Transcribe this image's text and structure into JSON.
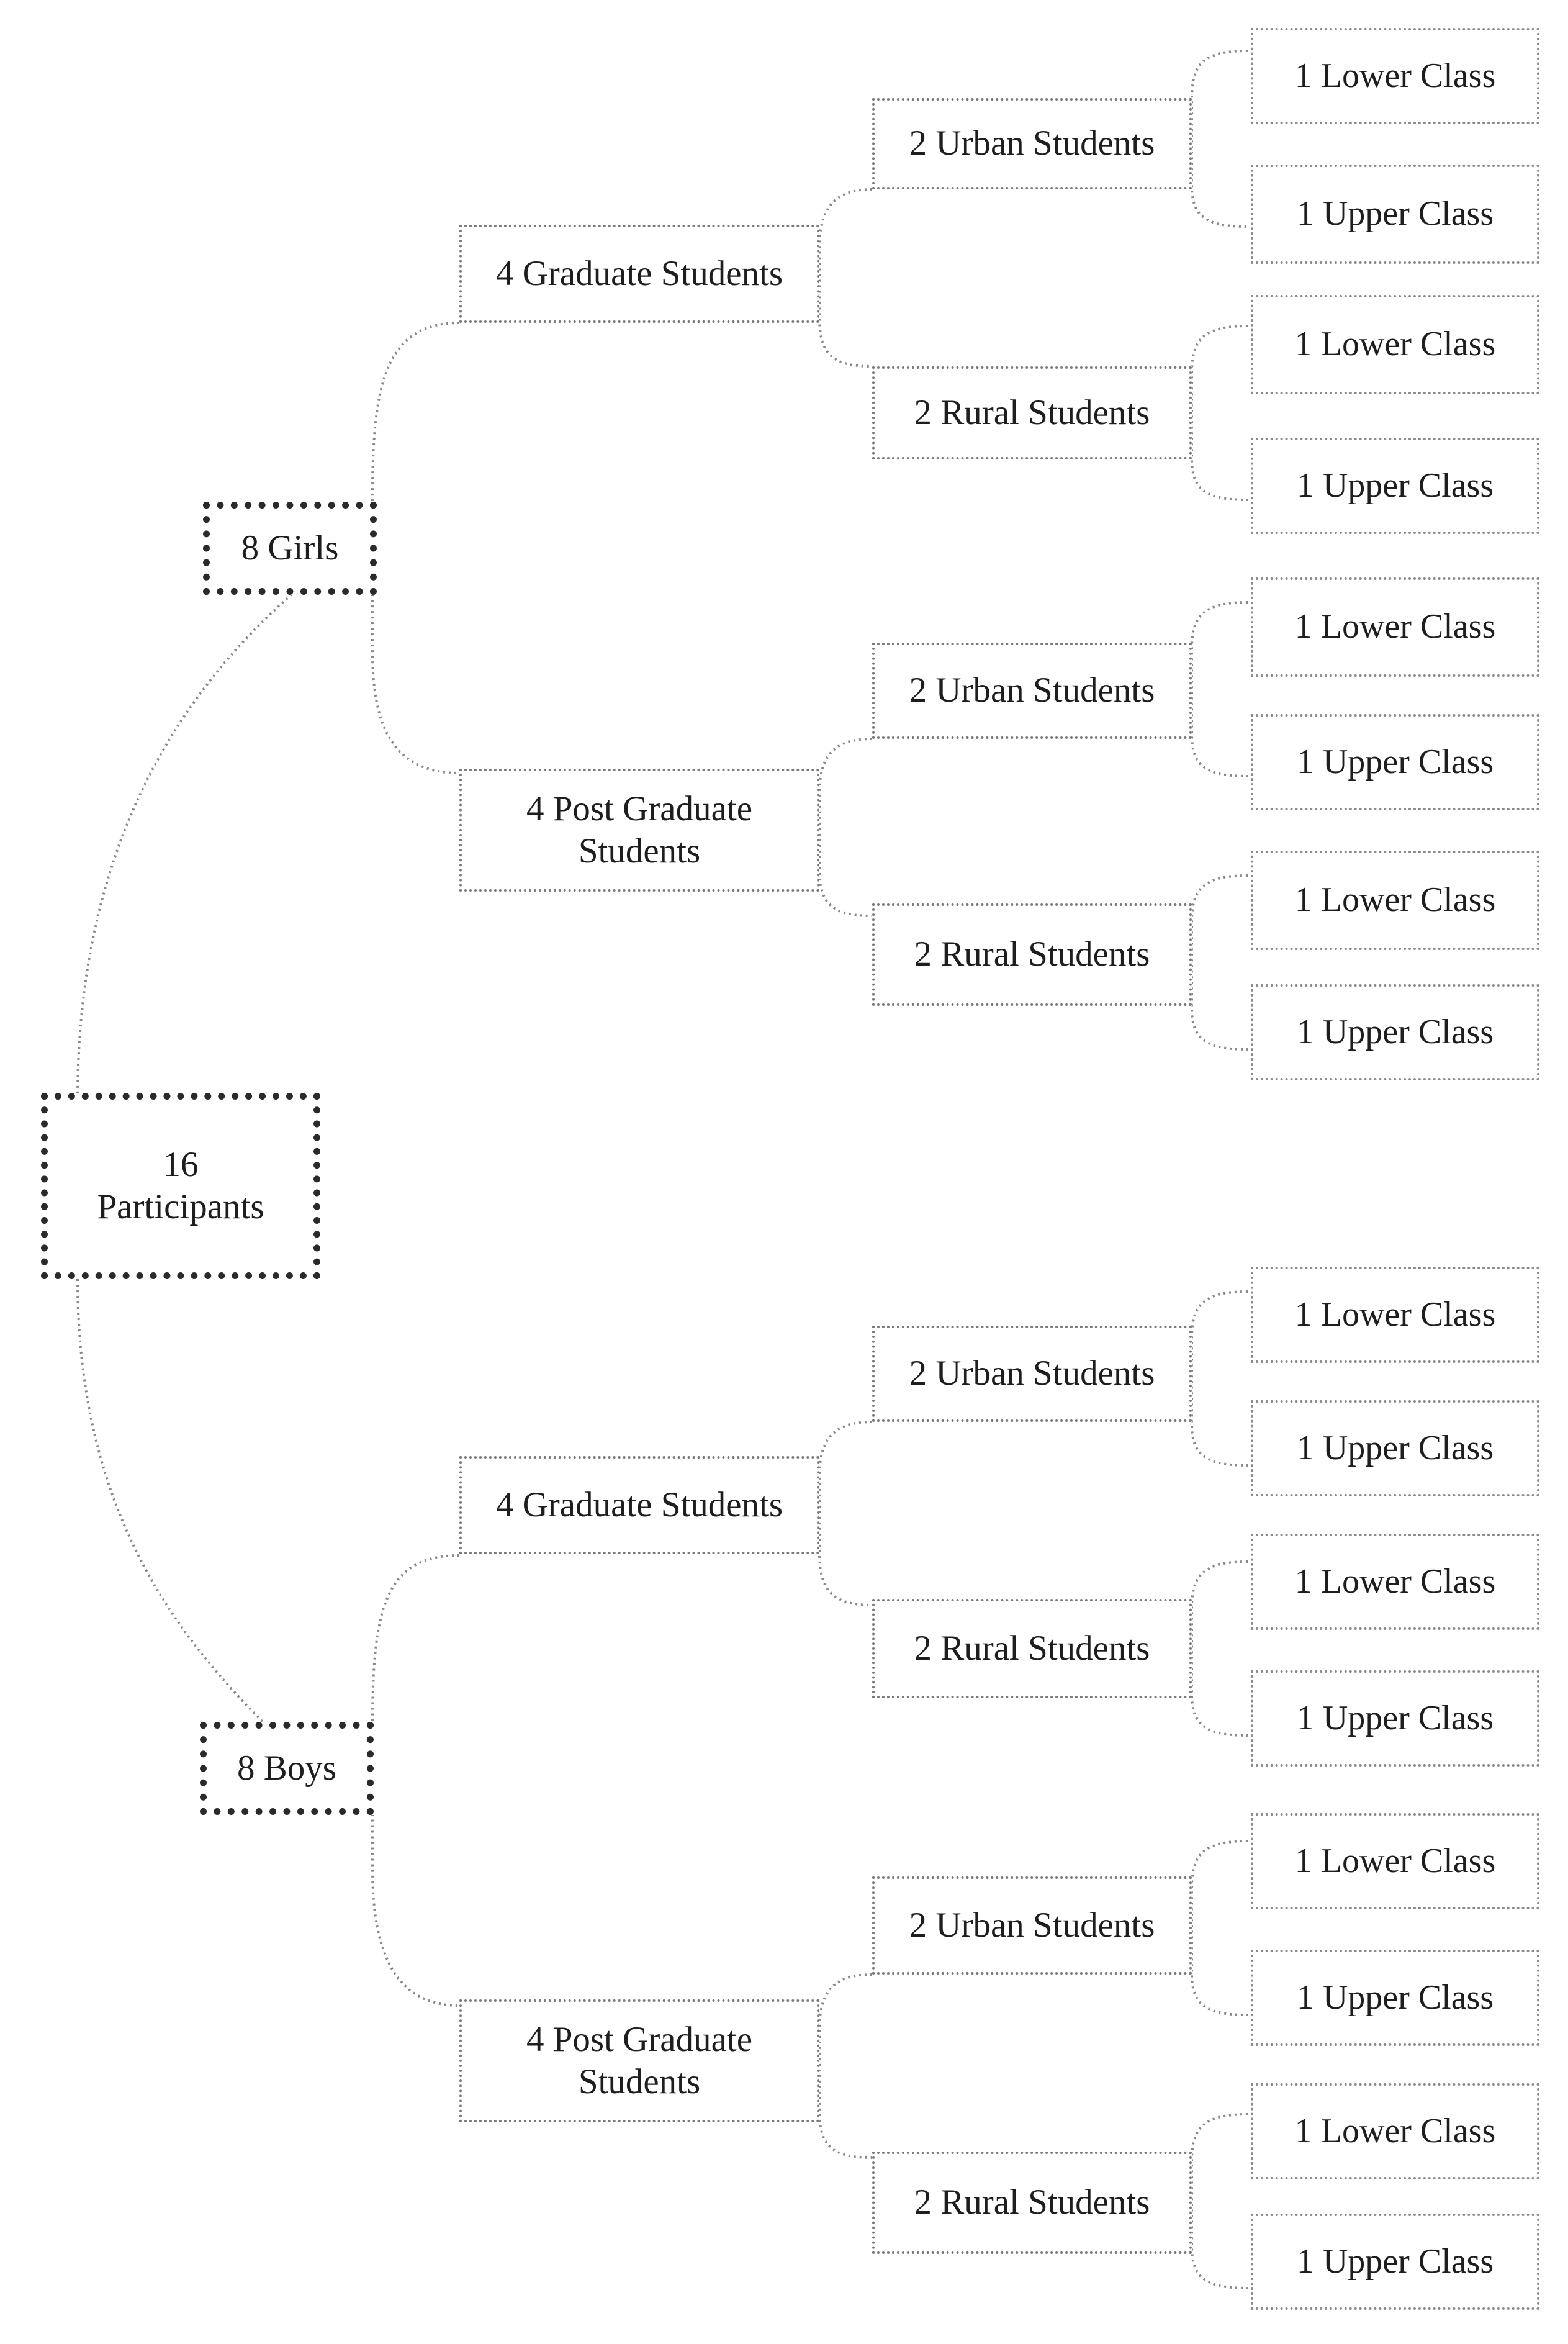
{
  "root": {
    "label_line1": "16",
    "label_line2": "Participants"
  },
  "groups": [
    {
      "label": "8 Girls",
      "levels": [
        {
          "label_line1": "4 Graduate Students",
          "label_line2": "",
          "areas": [
            {
              "label": "2 Urban Students",
              "classes": [
                "1 Lower Class",
                "1 Upper Class"
              ]
            },
            {
              "label": "2 Rural Students",
              "classes": [
                "1 Lower Class",
                "1 Upper Class"
              ]
            }
          ]
        },
        {
          "label_line1": "4 Post Graduate",
          "label_line2": "Students",
          "areas": [
            {
              "label": "2 Urban Students",
              "classes": [
                "1 Lower Class",
                "1 Upper Class"
              ]
            },
            {
              "label": "2 Rural Students",
              "classes": [
                "1 Lower Class",
                "1 Upper Class"
              ]
            }
          ]
        }
      ]
    },
    {
      "label": "8 Boys",
      "levels": [
        {
          "label_line1": "4 Graduate Students",
          "label_line2": "",
          "areas": [
            {
              "label": "2 Urban Students",
              "classes": [
                "1 Lower Class",
                "1 Upper Class"
              ]
            },
            {
              "label": "2 Rural Students",
              "classes": [
                "1 Lower Class",
                "1 Upper Class"
              ]
            }
          ]
        },
        {
          "label_line1": "4 Post Graduate",
          "label_line2": "Students",
          "areas": [
            {
              "label": "2 Urban Students",
              "classes": [
                "1 Lower Class",
                "1 Upper Class"
              ]
            },
            {
              "label": "2 Rural Students",
              "classes": [
                "1 Lower Class",
                "1 Upper Class"
              ]
            }
          ]
        }
      ]
    }
  ]
}
